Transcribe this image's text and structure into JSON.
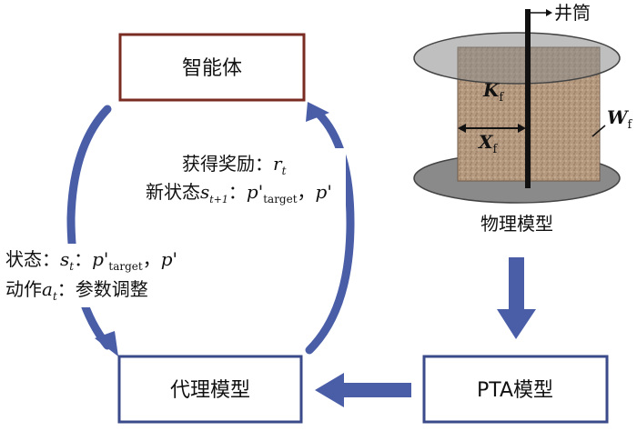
{
  "boxes": {
    "agent": "智能体",
    "surrogate": "代理模型",
    "pta": "PTA模型"
  },
  "physical_model": {
    "caption": "物理模型",
    "wellbore_label": "井筒",
    "K_sym": "K",
    "K_sub": "f",
    "X_sym": "X",
    "X_sub": "f",
    "W_sym": "W",
    "W_sub": "f"
  },
  "reward": {
    "line1_text": "获得奖励：",
    "line1_var": "r",
    "line1_sub": "t",
    "line2_text": "新状态",
    "line2_var": "s",
    "line2_sub": "t+1",
    "line2_colon": "：",
    "p_target": "p'",
    "target_sub": "target",
    "comma": "，",
    "p": "p'"
  },
  "state_action": {
    "state_text": "状态：",
    "state_var": "s",
    "state_sub": "t",
    "state_colon": "：",
    "p_target": "p'",
    "target_sub": "target",
    "comma": "，",
    "p": "p'",
    "action_text": "动作",
    "action_var": "a",
    "action_sub": "t",
    "action_colon": "：",
    "action_desc": "参数调整"
  },
  "colors": {
    "agent_border": "#7a2b22",
    "box_border": "#3a4a8a",
    "arrow": "#4a5ea8",
    "disk": "#8a8a8a",
    "rock": "#b59a80",
    "wellbore": "#111111"
  }
}
